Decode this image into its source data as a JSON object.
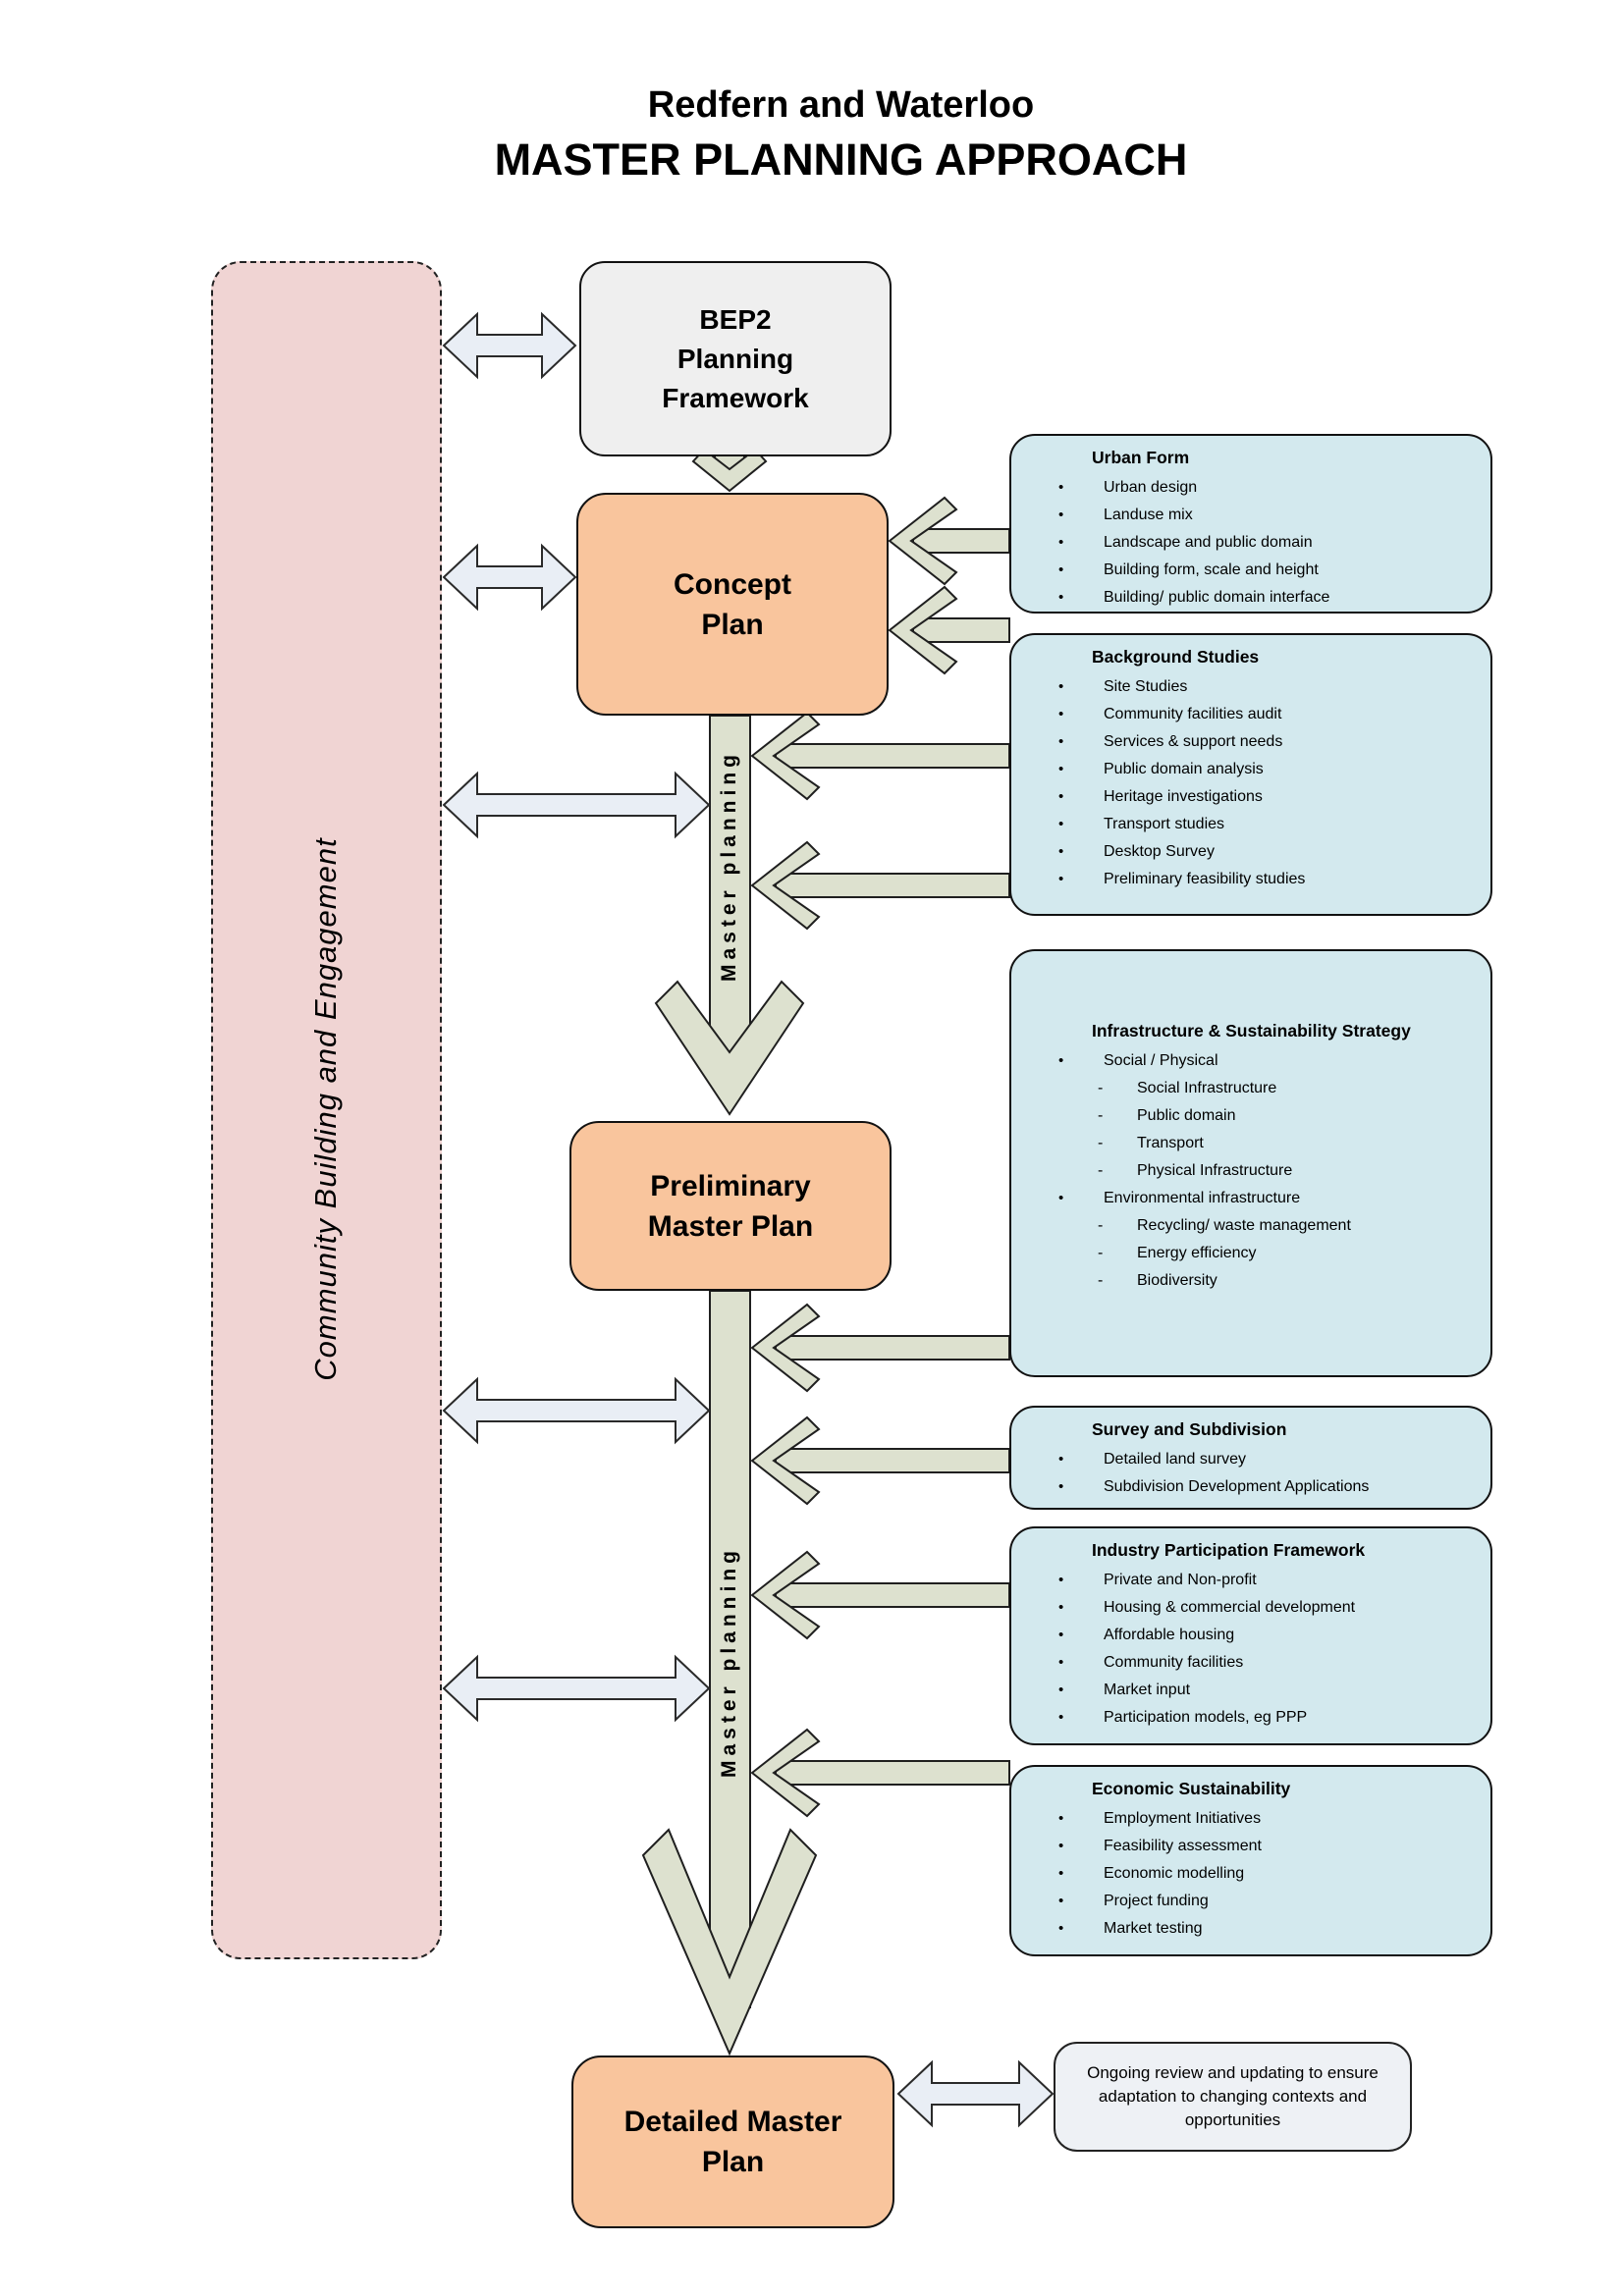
{
  "title": {
    "line1": "Redfern and Waterloo",
    "line2": "MASTER PLANNING APPROACH"
  },
  "left_band": {
    "label": "Community Building and Engagement"
  },
  "flow": {
    "bep2": {
      "lines": [
        "BEP2",
        "Planning",
        "Framework"
      ]
    },
    "concept": {
      "lines": [
        "Concept",
        "Plan"
      ]
    },
    "preliminary": {
      "lines": [
        "Preliminary",
        "Master Plan"
      ]
    },
    "detailed": {
      "lines": [
        "Detailed Master",
        "Plan"
      ]
    }
  },
  "master_planning_label": "Master planning",
  "review_box": {
    "text": "Ongoing review and updating to ensure adaptation to changing contexts and opportunities"
  },
  "side_boxes": [
    {
      "id": "urban-form",
      "title": "Urban Form",
      "items": [
        {
          "text": "Urban design",
          "level": 1
        },
        {
          "text": "Landuse mix",
          "level": 1
        },
        {
          "text": "Landscape and public domain",
          "level": 1
        },
        {
          "text": "Building form, scale and height",
          "level": 1
        },
        {
          "text": "Building/ public domain interface",
          "level": 1
        }
      ]
    },
    {
      "id": "background-studies",
      "title": "Background Studies",
      "items": [
        {
          "text": "Site Studies",
          "level": 1
        },
        {
          "text": "Community facilities audit",
          "level": 1
        },
        {
          "text": "Services & support needs",
          "level": 1
        },
        {
          "text": "Public domain analysis",
          "level": 1
        },
        {
          "text": "Heritage investigations",
          "level": 1
        },
        {
          "text": "Transport studies",
          "level": 1
        },
        {
          "text": "Desktop Survey",
          "level": 1
        },
        {
          "text": "Preliminary feasibility studies",
          "level": 1
        }
      ]
    },
    {
      "id": "infrastructure-sustainability",
      "title": "Infrastructure & Sustainability Strategy",
      "items": [
        {
          "text": "Social / Physical",
          "level": 1
        },
        {
          "text": "Social Infrastructure",
          "level": 2
        },
        {
          "text": "Public domain",
          "level": 2
        },
        {
          "text": "Transport",
          "level": 2
        },
        {
          "text": "Physical Infrastructure",
          "level": 2
        },
        {
          "text": "Environmental infrastructure",
          "level": 1
        },
        {
          "text": "Recycling/ waste management",
          "level": 2
        },
        {
          "text": "Energy efficiency",
          "level": 2
        },
        {
          "text": "Biodiversity",
          "level": 2
        }
      ]
    },
    {
      "id": "survey-subdivision",
      "title": "Survey and Subdivision",
      "items": [
        {
          "text": "Detailed land survey",
          "level": 1
        },
        {
          "text": "Subdivision Development Applications",
          "level": 1
        }
      ]
    },
    {
      "id": "industry-participation",
      "title": "Industry Participation Framework",
      "items": [
        {
          "text": "Private and Non-profit",
          "level": 1
        },
        {
          "text": "Housing & commercial development",
          "level": 1
        },
        {
          "text": "Affordable housing",
          "level": 1
        },
        {
          "text": "Community facilities",
          "level": 1
        },
        {
          "text": "Market input",
          "level": 1
        },
        {
          "text": "Participation models, eg PPP",
          "level": 1
        }
      ]
    },
    {
      "id": "economic-sustainability",
      "title": "Economic Sustainability",
      "items": [
        {
          "text": "Employment Initiatives",
          "level": 1
        },
        {
          "text": "Feasibility assessment",
          "level": 1
        },
        {
          "text": "Economic modelling",
          "level": 1
        },
        {
          "text": "Project funding",
          "level": 1
        },
        {
          "text": "Market testing",
          "level": 1
        }
      ]
    }
  ],
  "colors": {
    "community_pink": "#f0d4d3",
    "flow_orange": "#f9c59d",
    "side_blue": "#d3e9ee",
    "neutral_grey": "#efefef",
    "review_grey": "#eef1f5",
    "planning_sage": "#dde1cf",
    "engagement_arrow_blue": "#e9eef5"
  }
}
